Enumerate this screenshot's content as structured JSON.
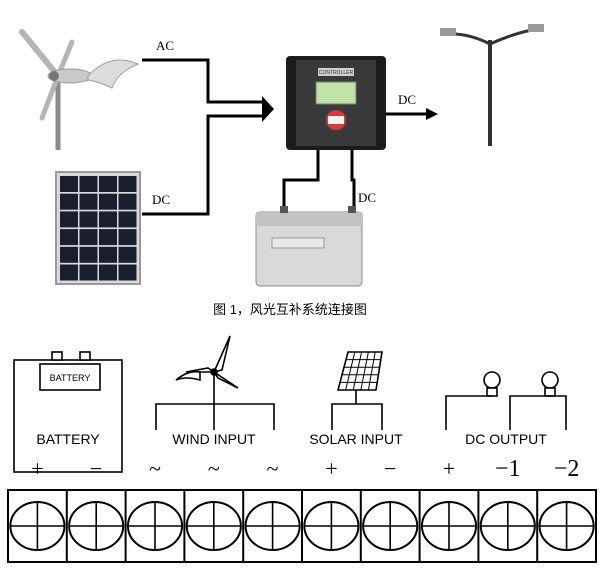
{
  "top": {
    "labels": {
      "ac": "AC",
      "dc_solar": "DC",
      "dc_battery": "DC",
      "dc_out": "DC"
    },
    "caption": "图 1，风光互补系统连接图",
    "controller_screen_text": "CONTROLLER"
  },
  "bottom": {
    "groups": {
      "battery": "BATTERY",
      "battery_inner": "BATTERY",
      "wind": "WIND INPUT",
      "solar": "SOLAR INPUT",
      "dc_output": "DC  OUTPUT"
    },
    "terminals": [
      "+",
      "−",
      "~",
      "~",
      "~",
      "+",
      "−",
      "+",
      "−1",
      "−2"
    ]
  },
  "colors": {
    "line": "#000000",
    "sky": "#f2f2f2",
    "panel_cell": "#1a1f2e",
    "battery_body": "#d9d9d9",
    "controller_body": "#1c1c1c",
    "screen": "#bfe3a8",
    "button_red": "#d43a3a"
  }
}
